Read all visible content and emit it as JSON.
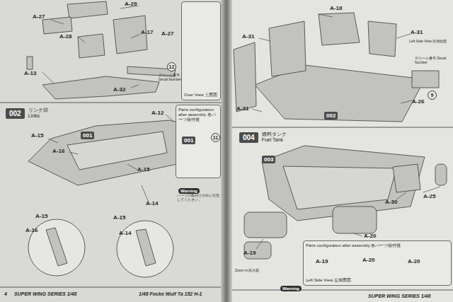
{
  "diagram": {
    "nodes": [
      {
        "text": [
          "Over View 上面図"
        ]
      },
      {
        "text": [
          "002",
          "リンク部 Links"
        ]
      },
      {
        "text": [
          "001"
        ]
      },
      {
        "text": [
          "Parts configuration after assembly 各パーツ組付後"
        ]
      },
      {
        "text": [
          "001"
        ],
        "in": 3
      },
      {
        "text": [
          "Warning"
        ]
      },
      {
        "text": [
          "002"
        ]
      },
      {
        "text": [
          "004",
          "燃料タンク Fuel Tank"
        ]
      },
      {
        "text": [
          "003"
        ]
      },
      {
        "text": [
          "Parts configuration after assembly 各パーツ組付後",
          "Left Side View 左側面図"
        ]
      },
      {
        "text": [
          "Warning"
        ]
      }
    ],
    "labels": [
      "A-29",
      "A-27",
      "A-28",
      "A-17",
      "A-27",
      "12",
      "デカール番号 Decal Number",
      "A-13",
      "A-32",
      "A-12",
      "11",
      "A-15",
      "A-16",
      "A-15",
      "A-14",
      "A-15",
      "A-16",
      "A-15",
      "A-14",
      "パーツの取付け方向に注意してください。",
      "4",
      "SUPER WING SERIES 1/48",
      "1/48 Focke Wulf Ta 152 H-1",
      "A-18",
      "A-31",
      "A-31",
      "Left Side View 左側面図",
      "デカール番号 Decal Number",
      "9",
      "A-26",
      "A-31",
      "A-25",
      "A-30",
      "A-19",
      "A-20",
      "Zoom in 拡大図",
      "A-19",
      "A-20",
      "A-20",
      "SUPER WING SERIES 1/48"
    ]
  }
}
